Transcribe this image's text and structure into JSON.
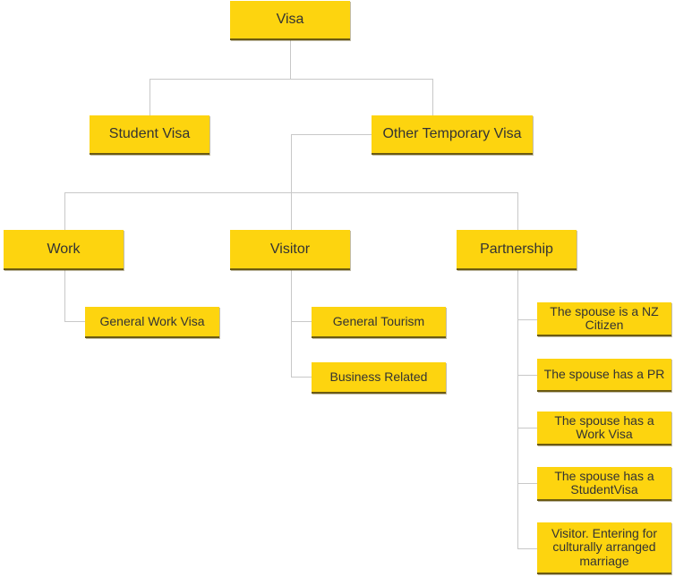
{
  "diagram": {
    "accent_color": "#fdd40f",
    "connector_color": "#c8c8c8",
    "text_color": "#333333",
    "root": {
      "label": "Visa"
    },
    "student_visa": {
      "label": "Student Visa"
    },
    "other_temporary_visa": {
      "label": "Other Temporary Visa"
    },
    "work": {
      "label": "Work",
      "children": [
        {
          "label": "General Work Visa"
        }
      ]
    },
    "visitor": {
      "label": "Visitor",
      "children": [
        {
          "label": "General Tourism"
        },
        {
          "label": "Business Related"
        }
      ]
    },
    "partnership": {
      "label": "Partnership",
      "children": [
        {
          "label": "The spouse is a NZ Citizen"
        },
        {
          "label": "The spouse has a PR"
        },
        {
          "label": "The spouse has a Work Visa"
        },
        {
          "label": "The spouse has a StudentVisa"
        },
        {
          "label": "Visitor. Entering for culturally arranged marriage"
        }
      ]
    }
  }
}
